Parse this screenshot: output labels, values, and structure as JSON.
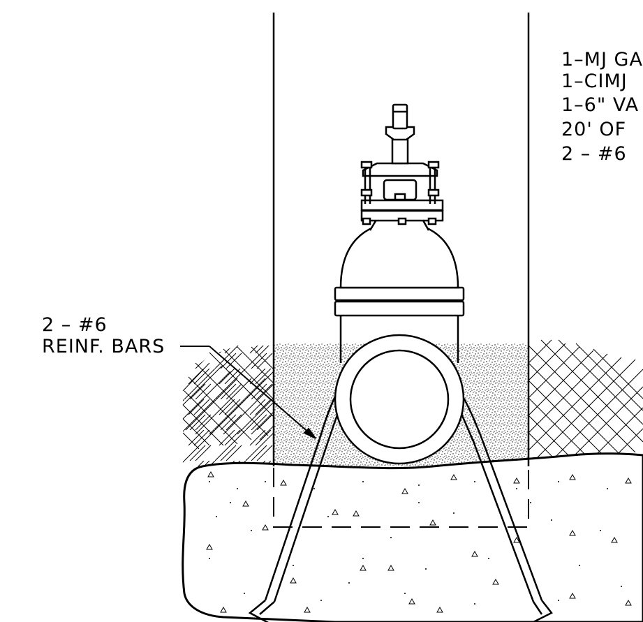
{
  "drawing": {
    "stroke_color": "#000000",
    "background": "#ffffff"
  },
  "callout": {
    "line1": "2 – #6",
    "line2": "REINF. BARS"
  },
  "materials_list": [
    "1–MJ GA",
    "1–CIMJ",
    "1–6\" VA",
    "20' OF",
    "2 – #6"
  ]
}
